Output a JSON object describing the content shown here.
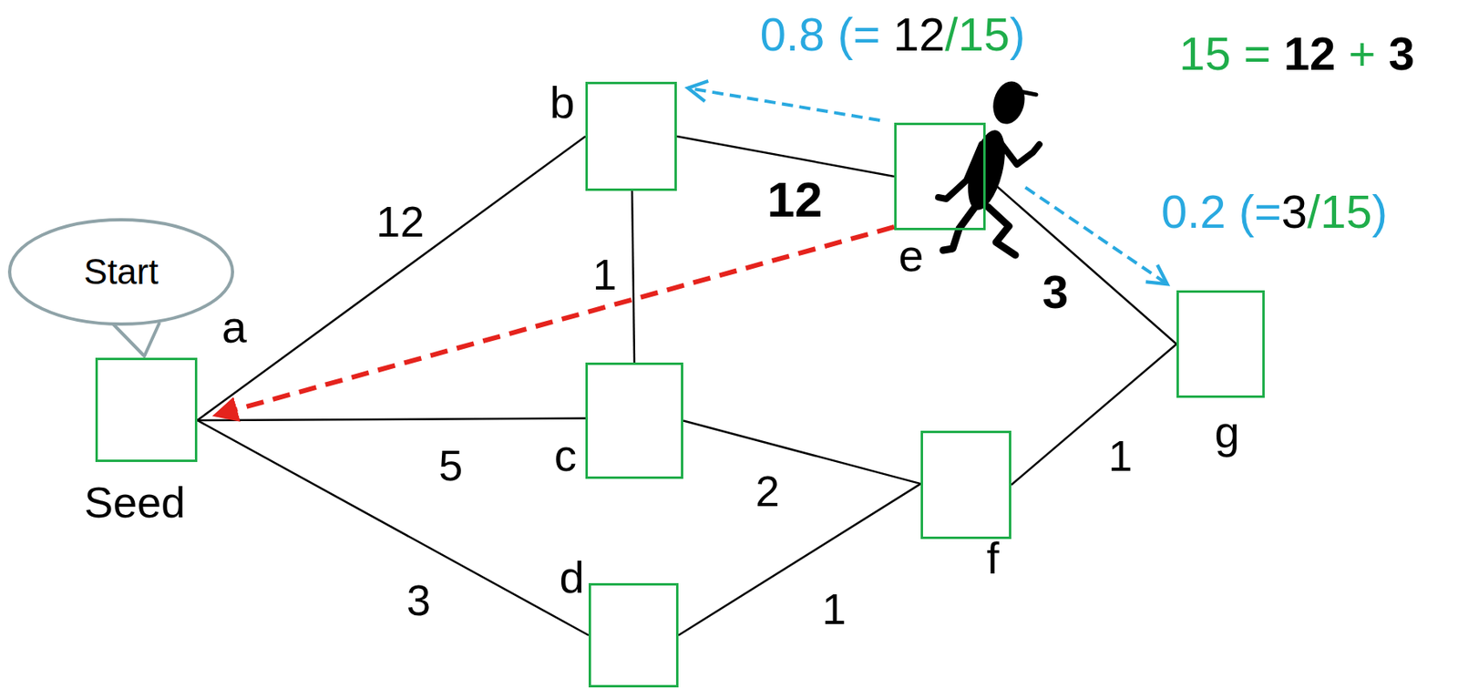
{
  "diagram": {
    "nodes": [
      {
        "text": [
          "Start"
        ]
      },
      {
        "text": [
          "a",
          "Seed"
        ]
      },
      {
        "text": [
          "b"
        ]
      },
      {
        "text": [
          "c"
        ]
      },
      {
        "text": [
          "d"
        ]
      },
      {
        "text": [
          "e"
        ]
      },
      {
        "text": [
          "f"
        ]
      },
      {
        "text": [
          "g"
        ]
      }
    ],
    "edges": [
      {
        "from": 1,
        "to": 2,
        "arrow": "none",
        "label": "12"
      },
      {
        "from": 1,
        "to": 3,
        "arrow": "none",
        "label": "5"
      },
      {
        "from": 1,
        "to": 4,
        "arrow": "none",
        "label": "3"
      },
      {
        "from": 2,
        "to": 3,
        "arrow": "none",
        "label": "1"
      },
      {
        "from": 2,
        "to": 5,
        "arrow": "none",
        "label": "12"
      },
      {
        "from": 3,
        "to": 6,
        "arrow": "none",
        "label": "2"
      },
      {
        "from": 4,
        "to": 6,
        "arrow": "none",
        "label": "1"
      },
      {
        "from": 5,
        "to": 7,
        "arrow": "none",
        "label": "3"
      },
      {
        "from": 6,
        "to": 7,
        "arrow": "none",
        "label": "1"
      },
      {
        "from": 5,
        "to": 1,
        "arrow": "to"
      },
      {
        "from": 5,
        "to": 2,
        "arrow": "to",
        "label": "0.8 (= 12/15)"
      },
      {
        "from": 5,
        "to": 7,
        "arrow": "to",
        "label": "0.2 (=3/15)"
      }
    ],
    "labels": [
      "15 = 12 + 3"
    ]
  }
}
